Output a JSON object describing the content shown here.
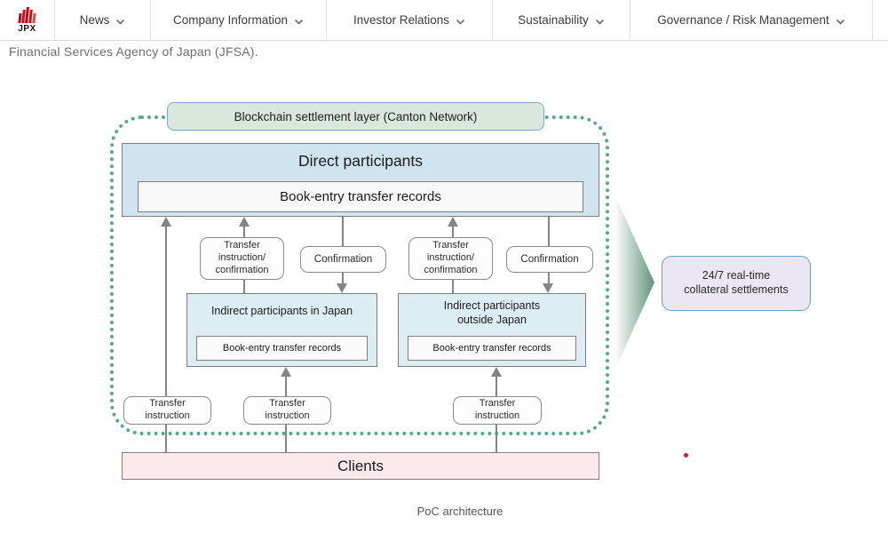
{
  "nav": {
    "logo_text": "JPX",
    "items": [
      {
        "label": "News"
      },
      {
        "label": "Company Information"
      },
      {
        "label": "Investor Relations"
      },
      {
        "label": "Sustainability"
      },
      {
        "label": "Governance / Risk Management"
      }
    ]
  },
  "page": {
    "intro_text": "Financial Services Agency of Japan (JFSA).",
    "caption": "PoC architecture"
  },
  "diagram": {
    "blockchain_layer_label": "Blockchain settlement layer (Canton Network)",
    "direct_participants": {
      "title": "Direct participants",
      "records_label": "Book-entry transfer records"
    },
    "flows": {
      "transfer_instruction_confirmation": "Transfer\ninstruction/\nconfirmation",
      "confirmation": "Confirmation",
      "transfer_instruction": "Transfer\ninstruction"
    },
    "indirect_japan": {
      "title": "Indirect participants in Japan",
      "records_label": "Book-entry transfer records"
    },
    "indirect_outside": {
      "title": "Indirect participants\noutside Japan",
      "records_label": "Book-entry transfer records"
    },
    "clients_label": "Clients",
    "outcome_label": "24/7 real-time\ncollateral settlements"
  },
  "colors": {
    "dashed_border_teal": "#58a68c",
    "direct_fill_blue": "#cfe4ef",
    "indirect_fill_blue": "#ddedf4",
    "blockchain_fill_green": "#d9e7dc",
    "clients_fill_pink": "#fce9ed",
    "outcome_fill_lavender": "#ebe6f4",
    "outcome_border_blue": "#64a0c8",
    "line_gray": "#848484",
    "brand_red": "#e60012",
    "big_arrow_green": "#5f947a"
  }
}
